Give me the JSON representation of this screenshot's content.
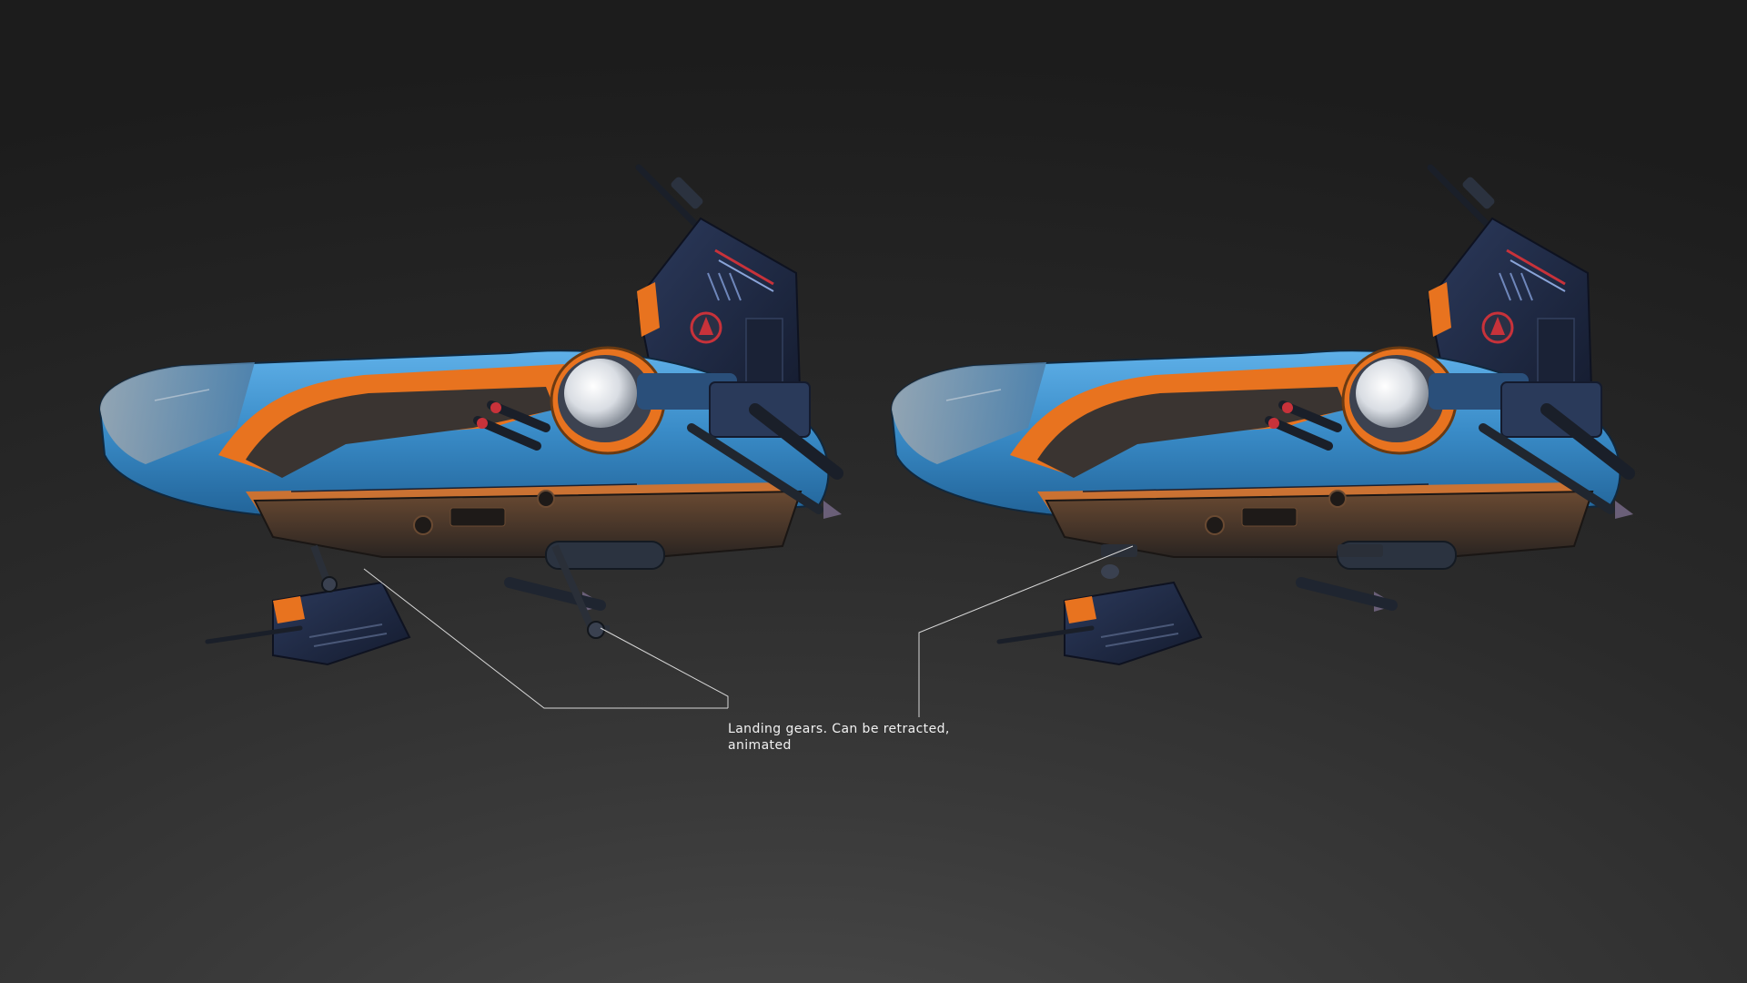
{
  "render_left": {
    "name": "ship-render-landing-gear-extended",
    "state": "landing gears extended"
  },
  "render_right": {
    "name": "ship-render-landing-gear-retracted",
    "state": "landing gears retracted"
  },
  "annotation": {
    "line1": "Landing gears. Can be retracted,",
    "line2": "animated"
  },
  "colors": {
    "hull_blue": "#3a8cc8",
    "hull_blue_dark": "#1f5f93",
    "trim_orange": "#e8731f",
    "panel_navy": "#1d2740",
    "metal_dark": "#222833",
    "engine_glow": "#e6e9ee",
    "leader_line": "#d8d8d8",
    "emblem_red": "#c8323a"
  }
}
